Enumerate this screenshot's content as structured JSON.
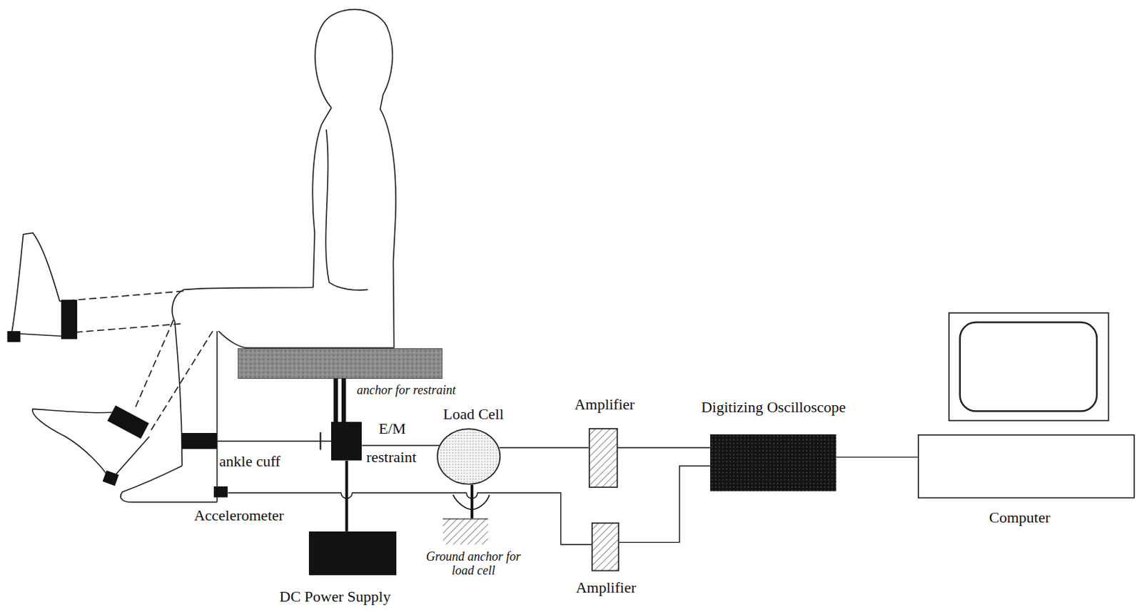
{
  "diagram": {
    "nodes": [
      {
        "text": [
          "E/M",
          "restraint"
        ]
      },
      {
        "text": [
          "Load Cell"
        ]
      },
      {
        "text": [
          "Amplifier"
        ]
      },
      {
        "text": [
          "Amplifier"
        ]
      },
      {
        "text": [
          "Digitizing Oscilloscope"
        ]
      },
      {
        "text": [
          "Computer"
        ]
      },
      {
        "text": [
          "DC Power Supply"
        ]
      },
      {
        "text": [
          "Accelerometer"
        ]
      },
      {
        "text": [
          "ankle cuff"
        ]
      },
      {
        "text": [
          "Ground anchor for load cell"
        ]
      }
    ],
    "edges": [
      {
        "from": 8,
        "to": 0,
        "arrow": "none"
      },
      {
        "from": 0,
        "to": 1,
        "arrow": "none"
      },
      {
        "from": 1,
        "to": 2,
        "arrow": "none"
      },
      {
        "from": 2,
        "to": 4,
        "arrow": "none"
      },
      {
        "from": 7,
        "to": 3,
        "arrow": "none"
      },
      {
        "from": 3,
        "to": 4,
        "arrow": "none"
      },
      {
        "from": 4,
        "to": 5,
        "arrow": "none"
      },
      {
        "from": 0,
        "to": 6,
        "arrow": "none"
      },
      {
        "from": 1,
        "to": 9,
        "arrow": "none"
      }
    ],
    "labels": [
      "anchor for restraint"
    ]
  }
}
